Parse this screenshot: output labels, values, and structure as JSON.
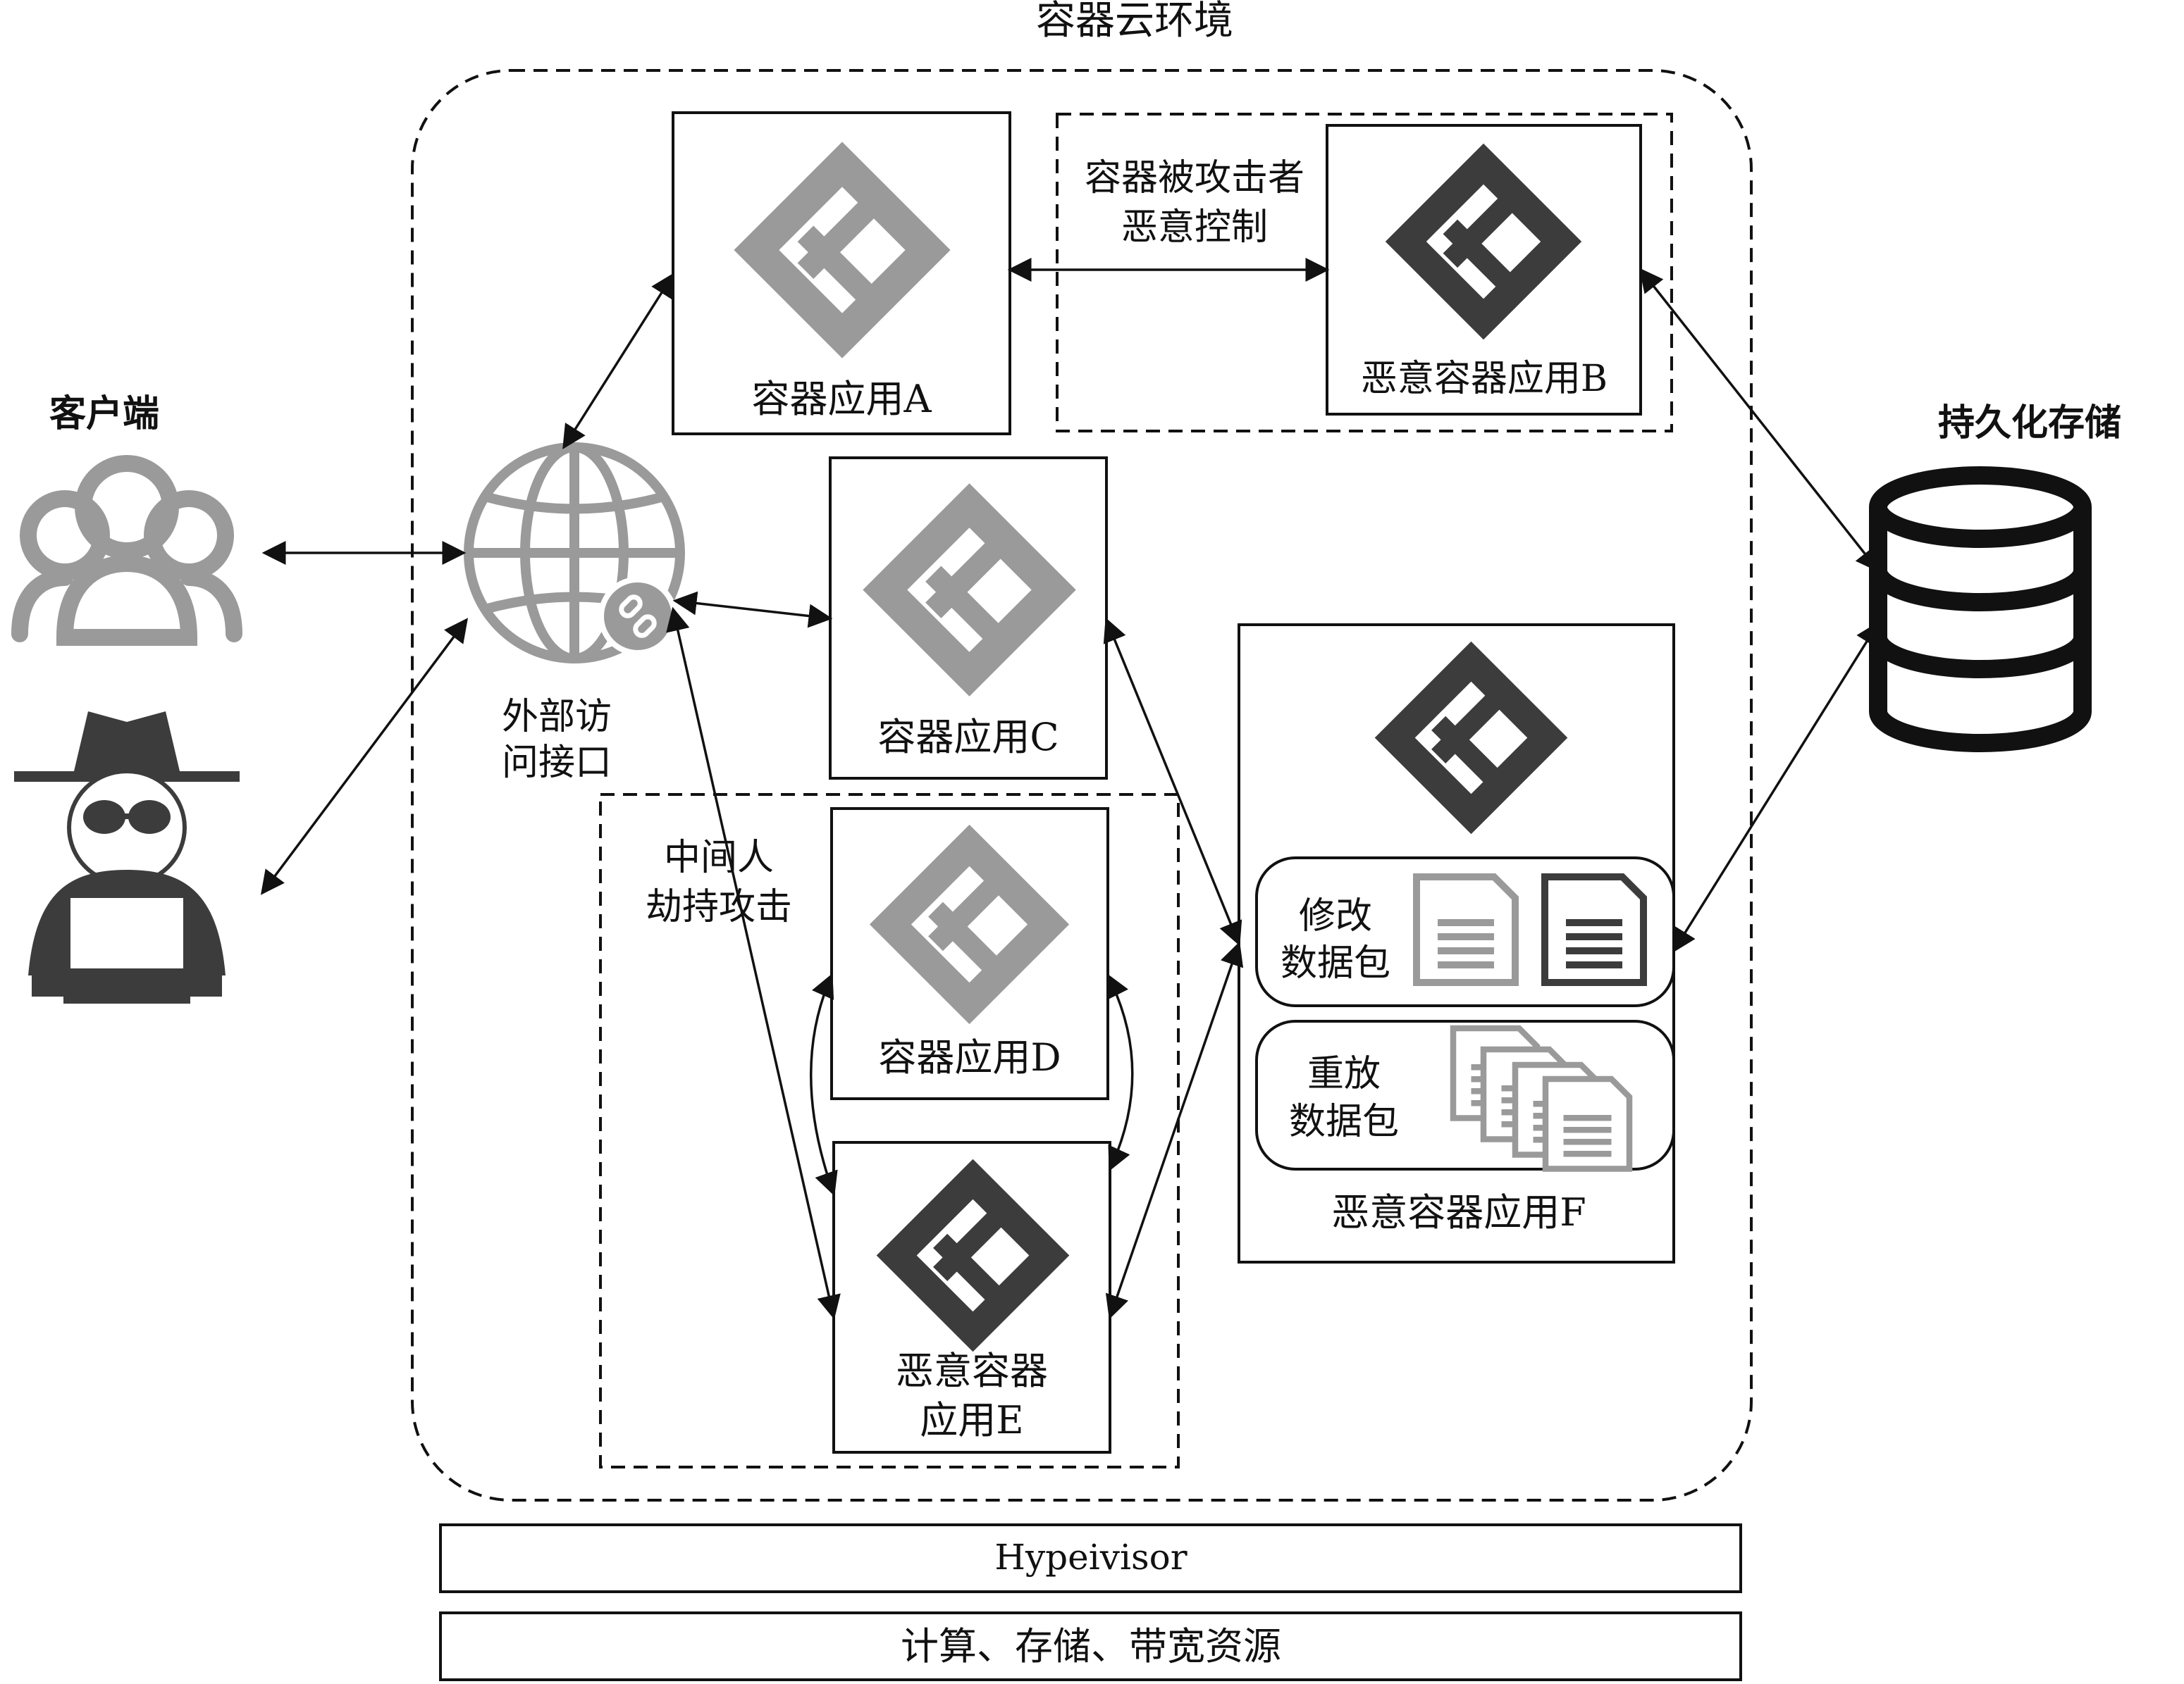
{
  "title": "容器云环境",
  "client": {
    "label": "客户端"
  },
  "gateway": {
    "line1": "外部访",
    "line2": "问接口"
  },
  "storage": {
    "label": "持久化存储"
  },
  "containers": {
    "a": "容器应用A",
    "b": "恶意容器应用B",
    "c": "容器应用C",
    "d": "容器应用D",
    "e_line1": "恶意容器",
    "e_line2": "应用E",
    "f": "恶意容器应用F"
  },
  "annotations": {
    "hijack_line1": "容器被攻击者",
    "hijack_line2": "恶意控制",
    "mitm_line1": "中间人",
    "mitm_line2": "劫持攻击"
  },
  "packets": {
    "modify_line1": "修改",
    "modify_line2": "数据包",
    "replay_line1": "重放",
    "replay_line2": "数据包"
  },
  "layers": {
    "hypervisor": "Hypeivisor",
    "resources": "计算、存储、带宽资源"
  },
  "colors": {
    "normal_logo": "#9a9a9a",
    "malicious_logo": "#3c3c3c",
    "line": "#111111"
  }
}
